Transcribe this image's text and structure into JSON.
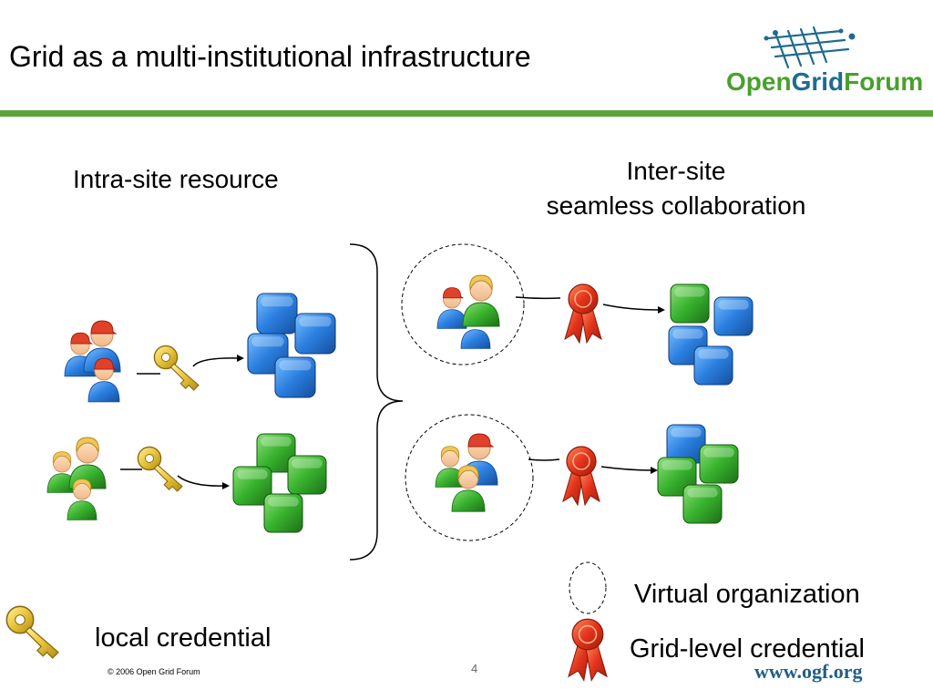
{
  "slide": {
    "title": "Grid as a multi-institutional infrastructure",
    "page_number": "4",
    "copyright": "© 2006 Open Grid Forum",
    "accent_color": "#5aa53a"
  },
  "logo": {
    "wordmark_part1": "Open",
    "wordmark_part2": "Grid",
    "wordmark_part3": "Forum",
    "url": "www.ogf.org"
  },
  "headings": {
    "intra_site": "Intra-site resource",
    "inter_site_line1": "Inter-site",
    "inter_site_line2": "seamless collaboration"
  },
  "legend": {
    "virtual_organization": "Virtual organization",
    "grid_credential": "Grid-level credential",
    "local_credential": "local credential"
  },
  "icons": {
    "users": "users-icon",
    "key": "key-icon",
    "ribbon": "ribbon-icon",
    "blue_cubes": "blue-cubes-icon",
    "green_cubes": "green-cubes-icon"
  },
  "colors": {
    "blue": "#2b7fe0",
    "green": "#38b22e",
    "red_ribbon": "#e2331b",
    "gold_key": "#e8c33a"
  }
}
